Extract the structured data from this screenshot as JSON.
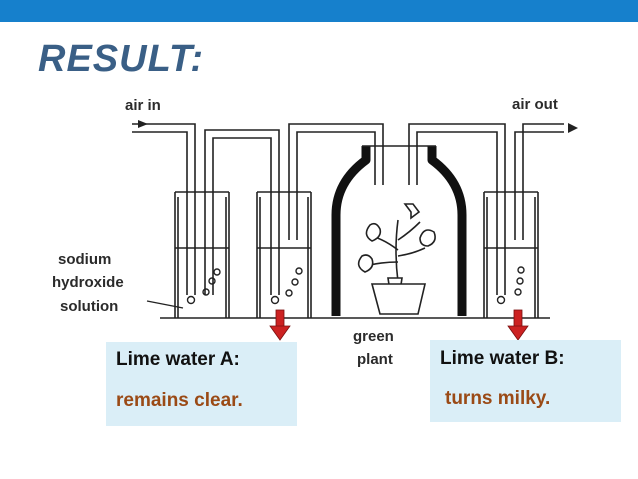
{
  "slide": {
    "title": "RESULT:",
    "header_color": "#1680cc",
    "title_color": "#3a5f86"
  },
  "diagram": {
    "labels": {
      "air_in": "air in",
      "air_out": "air out",
      "sodium": "sodium",
      "hydroxide": "hydroxide",
      "solution": "solution",
      "green": "green",
      "plant": "plant"
    }
  },
  "result_boxes": {
    "a": {
      "heading": "Lime water A:",
      "result": "remains clear."
    },
    "b": {
      "heading": "Lime water B:",
      "result": "turns milky."
    },
    "box_color": "#daeef7",
    "result_color": "#9a4a16",
    "arrow_color": "#cc2222"
  }
}
